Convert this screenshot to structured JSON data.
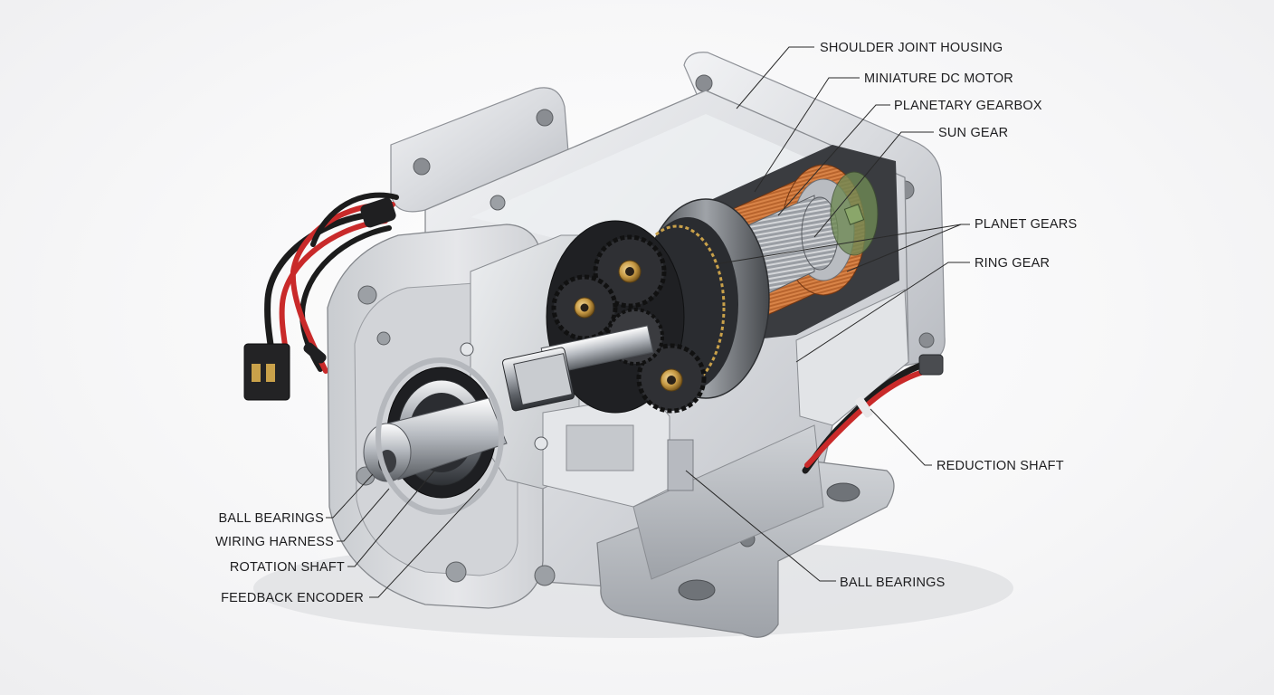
{
  "diagram": {
    "labels": {
      "shoulder_joint_housing": "SHOULDER JOINT HOUSING",
      "miniature_dc_motor": "MINIATURE DC MOTOR",
      "planetary_gearbox": "PLANETARY GEARBOX",
      "sun_gear": "SUN GEAR",
      "planet_gears": "PLANET GEARS",
      "ring_gear": "RING GEAR",
      "reduction_shaft": "REDUCTION SHAFT",
      "ball_bearings_right": "BALL BEARINGS",
      "ball_bearings_left": "BALL BEARINGS",
      "wiring_harness": "WIRING HARNESS",
      "rotation_shaft": "ROTATION SHAFT",
      "feedback_encoder": "FEEDBACK ENCODER"
    }
  }
}
